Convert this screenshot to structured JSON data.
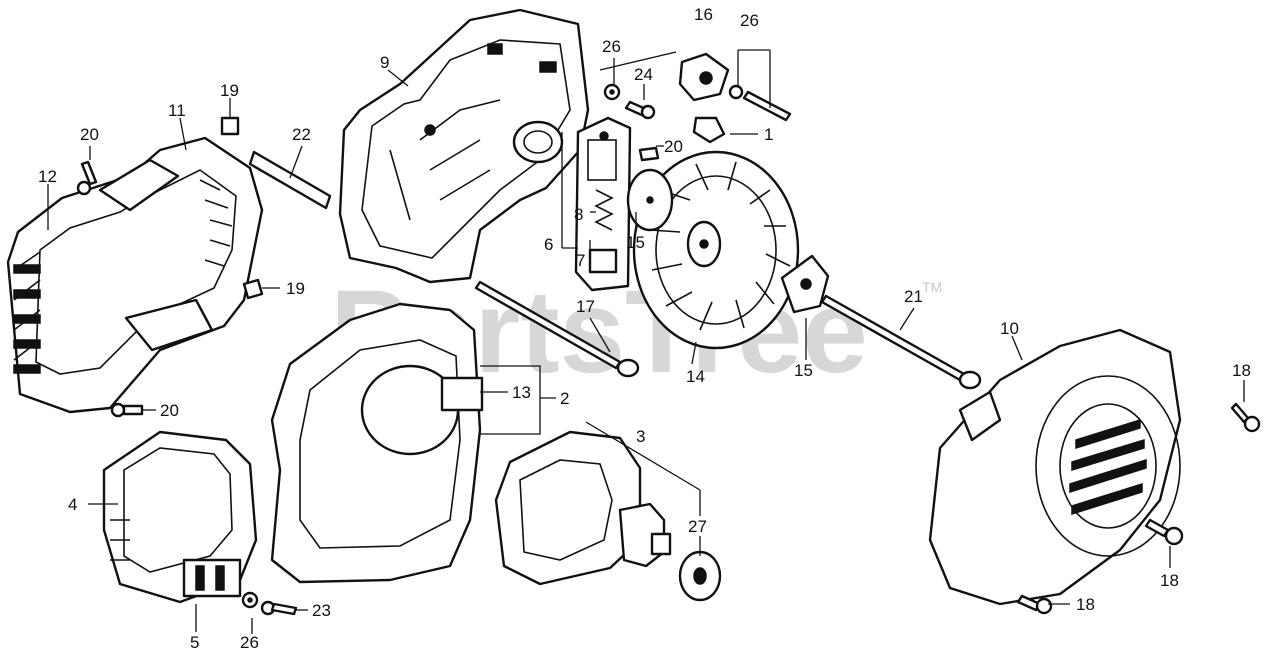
{
  "watermark": {
    "text": "PartsTree",
    "trademark": "TM"
  },
  "callouts": [
    {
      "id": "c1",
      "text": "1"
    },
    {
      "id": "c2",
      "text": "2"
    },
    {
      "id": "c3",
      "text": "3"
    },
    {
      "id": "c4",
      "text": "4"
    },
    {
      "id": "c5",
      "text": "5"
    },
    {
      "id": "c6",
      "text": "6"
    },
    {
      "id": "c7",
      "text": "7"
    },
    {
      "id": "c8",
      "text": "8"
    },
    {
      "id": "c9",
      "text": "9"
    },
    {
      "id": "c10",
      "text": "10"
    },
    {
      "id": "c11",
      "text": "11"
    },
    {
      "id": "c12",
      "text": "12"
    },
    {
      "id": "c13",
      "text": "13"
    },
    {
      "id": "c14",
      "text": "14"
    },
    {
      "id": "c15a",
      "text": "15"
    },
    {
      "id": "c15b",
      "text": "15"
    },
    {
      "id": "c16",
      "text": "16"
    },
    {
      "id": "c17",
      "text": "17"
    },
    {
      "id": "c18a",
      "text": "18"
    },
    {
      "id": "c18b",
      "text": "18"
    },
    {
      "id": "c18c",
      "text": "18"
    },
    {
      "id": "c19a",
      "text": "19"
    },
    {
      "id": "c19b",
      "text": "19"
    },
    {
      "id": "c20a",
      "text": "20"
    },
    {
      "id": "c20b",
      "text": "20"
    },
    {
      "id": "c20c",
      "text": "20"
    },
    {
      "id": "c21",
      "text": "21"
    },
    {
      "id": "c22",
      "text": "22"
    },
    {
      "id": "c23",
      "text": "23"
    },
    {
      "id": "c24",
      "text": "24"
    },
    {
      "id": "c26a",
      "text": "26"
    },
    {
      "id": "c26b",
      "text": "26"
    },
    {
      "id": "c26c",
      "text": "26"
    },
    {
      "id": "c27",
      "text": "27"
    }
  ]
}
